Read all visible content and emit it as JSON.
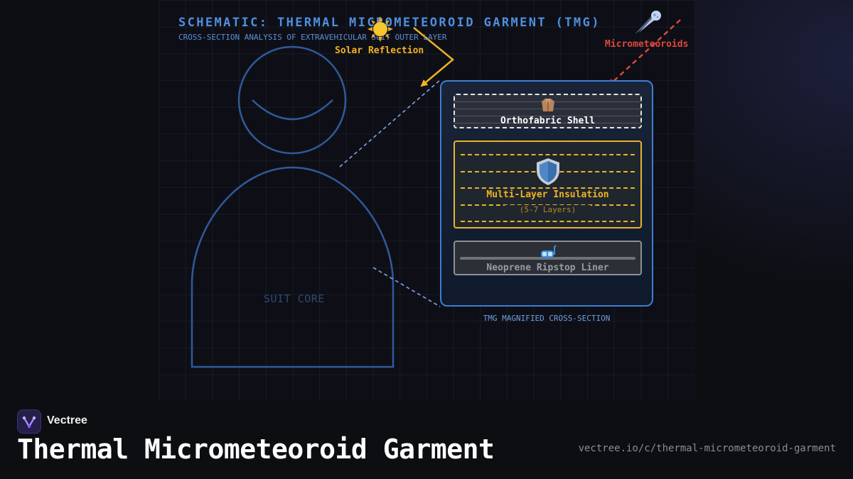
{
  "header": {
    "title": "SCHEMATIC: THERMAL MICROMETEOROID GARMENT (TMG)",
    "subtitle": "CROSS-SECTION ANALYSIS OF EXTRAVEHICULAR SUIT OUTER LAYER"
  },
  "annotations": {
    "solar": "Solar Reflection",
    "micrometeoroids": "Micrometeoroids",
    "suit_core": "SUIT CORE"
  },
  "cross_section": {
    "caption": "TMG MAGNIFIED CROSS-SECTION",
    "layers": [
      {
        "name": "Orthofabric Shell",
        "icon": "coat-icon"
      },
      {
        "name": "Multi-Layer Insulation",
        "sub": "(5-7 Layers)",
        "icon": "shield-icon"
      },
      {
        "name": "Neoprene Ripstop Liner",
        "icon": "diving-mask-icon"
      }
    ]
  },
  "colors": {
    "accent_blue": "#4f8fe0",
    "solar": "#f1b323",
    "micrometeoroid": "#e0473d",
    "insulation": "#e7b528"
  },
  "footer": {
    "brand": "Vectree",
    "title": "Thermal Micrometeoroid Garment",
    "url": "vectree.io/c/thermal-micrometeoroid-garment"
  }
}
